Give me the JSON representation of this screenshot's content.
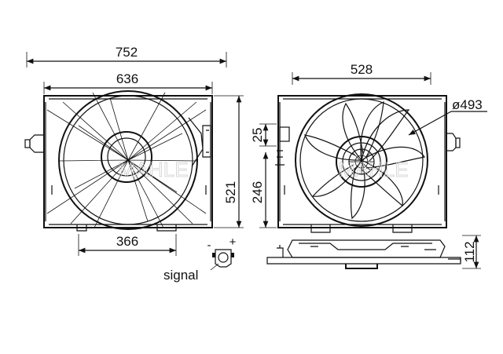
{
  "dimensions": {
    "overall_width": "752",
    "frame_width": "636",
    "motor_offset": "366",
    "fan_span": "528",
    "fan_diameter": "ø493",
    "height_offset_top": "25",
    "height_offset": "246",
    "overall_height": "521",
    "depth": "112"
  },
  "connector": {
    "minus_label": "-",
    "plus_label": "+",
    "signal_label": "signal"
  },
  "colors": {
    "line": "#111111",
    "background": "#ffffff"
  }
}
